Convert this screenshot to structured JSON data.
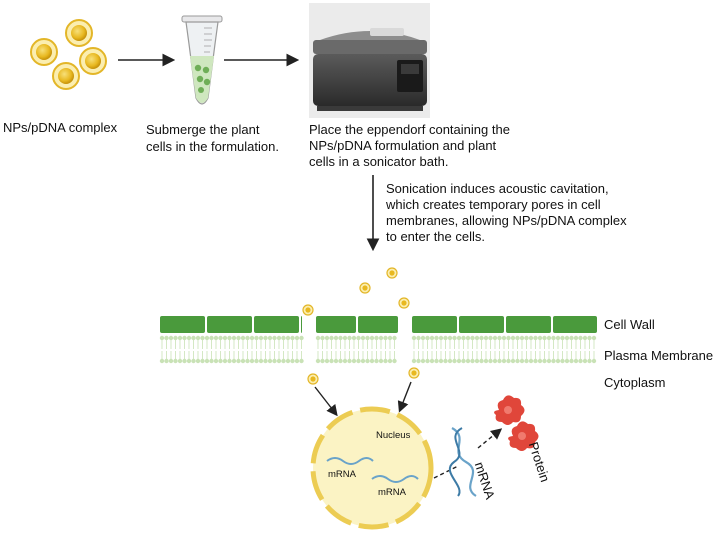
{
  "steps": {
    "nps_label": "NPs/pDNA complex",
    "submerge_line1": "Submerge the plant",
    "submerge_line2": "cells in the formulation.",
    "place_line1": "Place the eppendorf containing the",
    "place_line2": "NPs/pDNA formulation and plant",
    "place_line3": "cells in a sonicator bath."
  },
  "sonication": {
    "line1": "Sonication induces acoustic cavitation,",
    "line2": "which creates temporary pores in cell",
    "line3": "membranes, allowing NPs/pDNA complex",
    "line4": "to enter the cells."
  },
  "cell_layers": {
    "cell_wall": "Cell Wall",
    "plasma_membrane": "Plasma Membrane",
    "cytoplasm": "Cytoplasm"
  },
  "nucleus": {
    "label": "Nucleus",
    "mrna_1": "mRNA",
    "mrna_2": "mRNA"
  },
  "outside": {
    "mrna": "mRNA",
    "protein": "Protein"
  },
  "colors": {
    "np_gold": "#e8b820",
    "cell_wall_green": "#4a9a3c",
    "membrane_green": "#c9e2b6",
    "nucleus_fill": "#fbf3c4",
    "nucleus_border": "#eccc53",
    "mrna_blue": "#6aa3c9",
    "protein_red": "#e0463a"
  }
}
